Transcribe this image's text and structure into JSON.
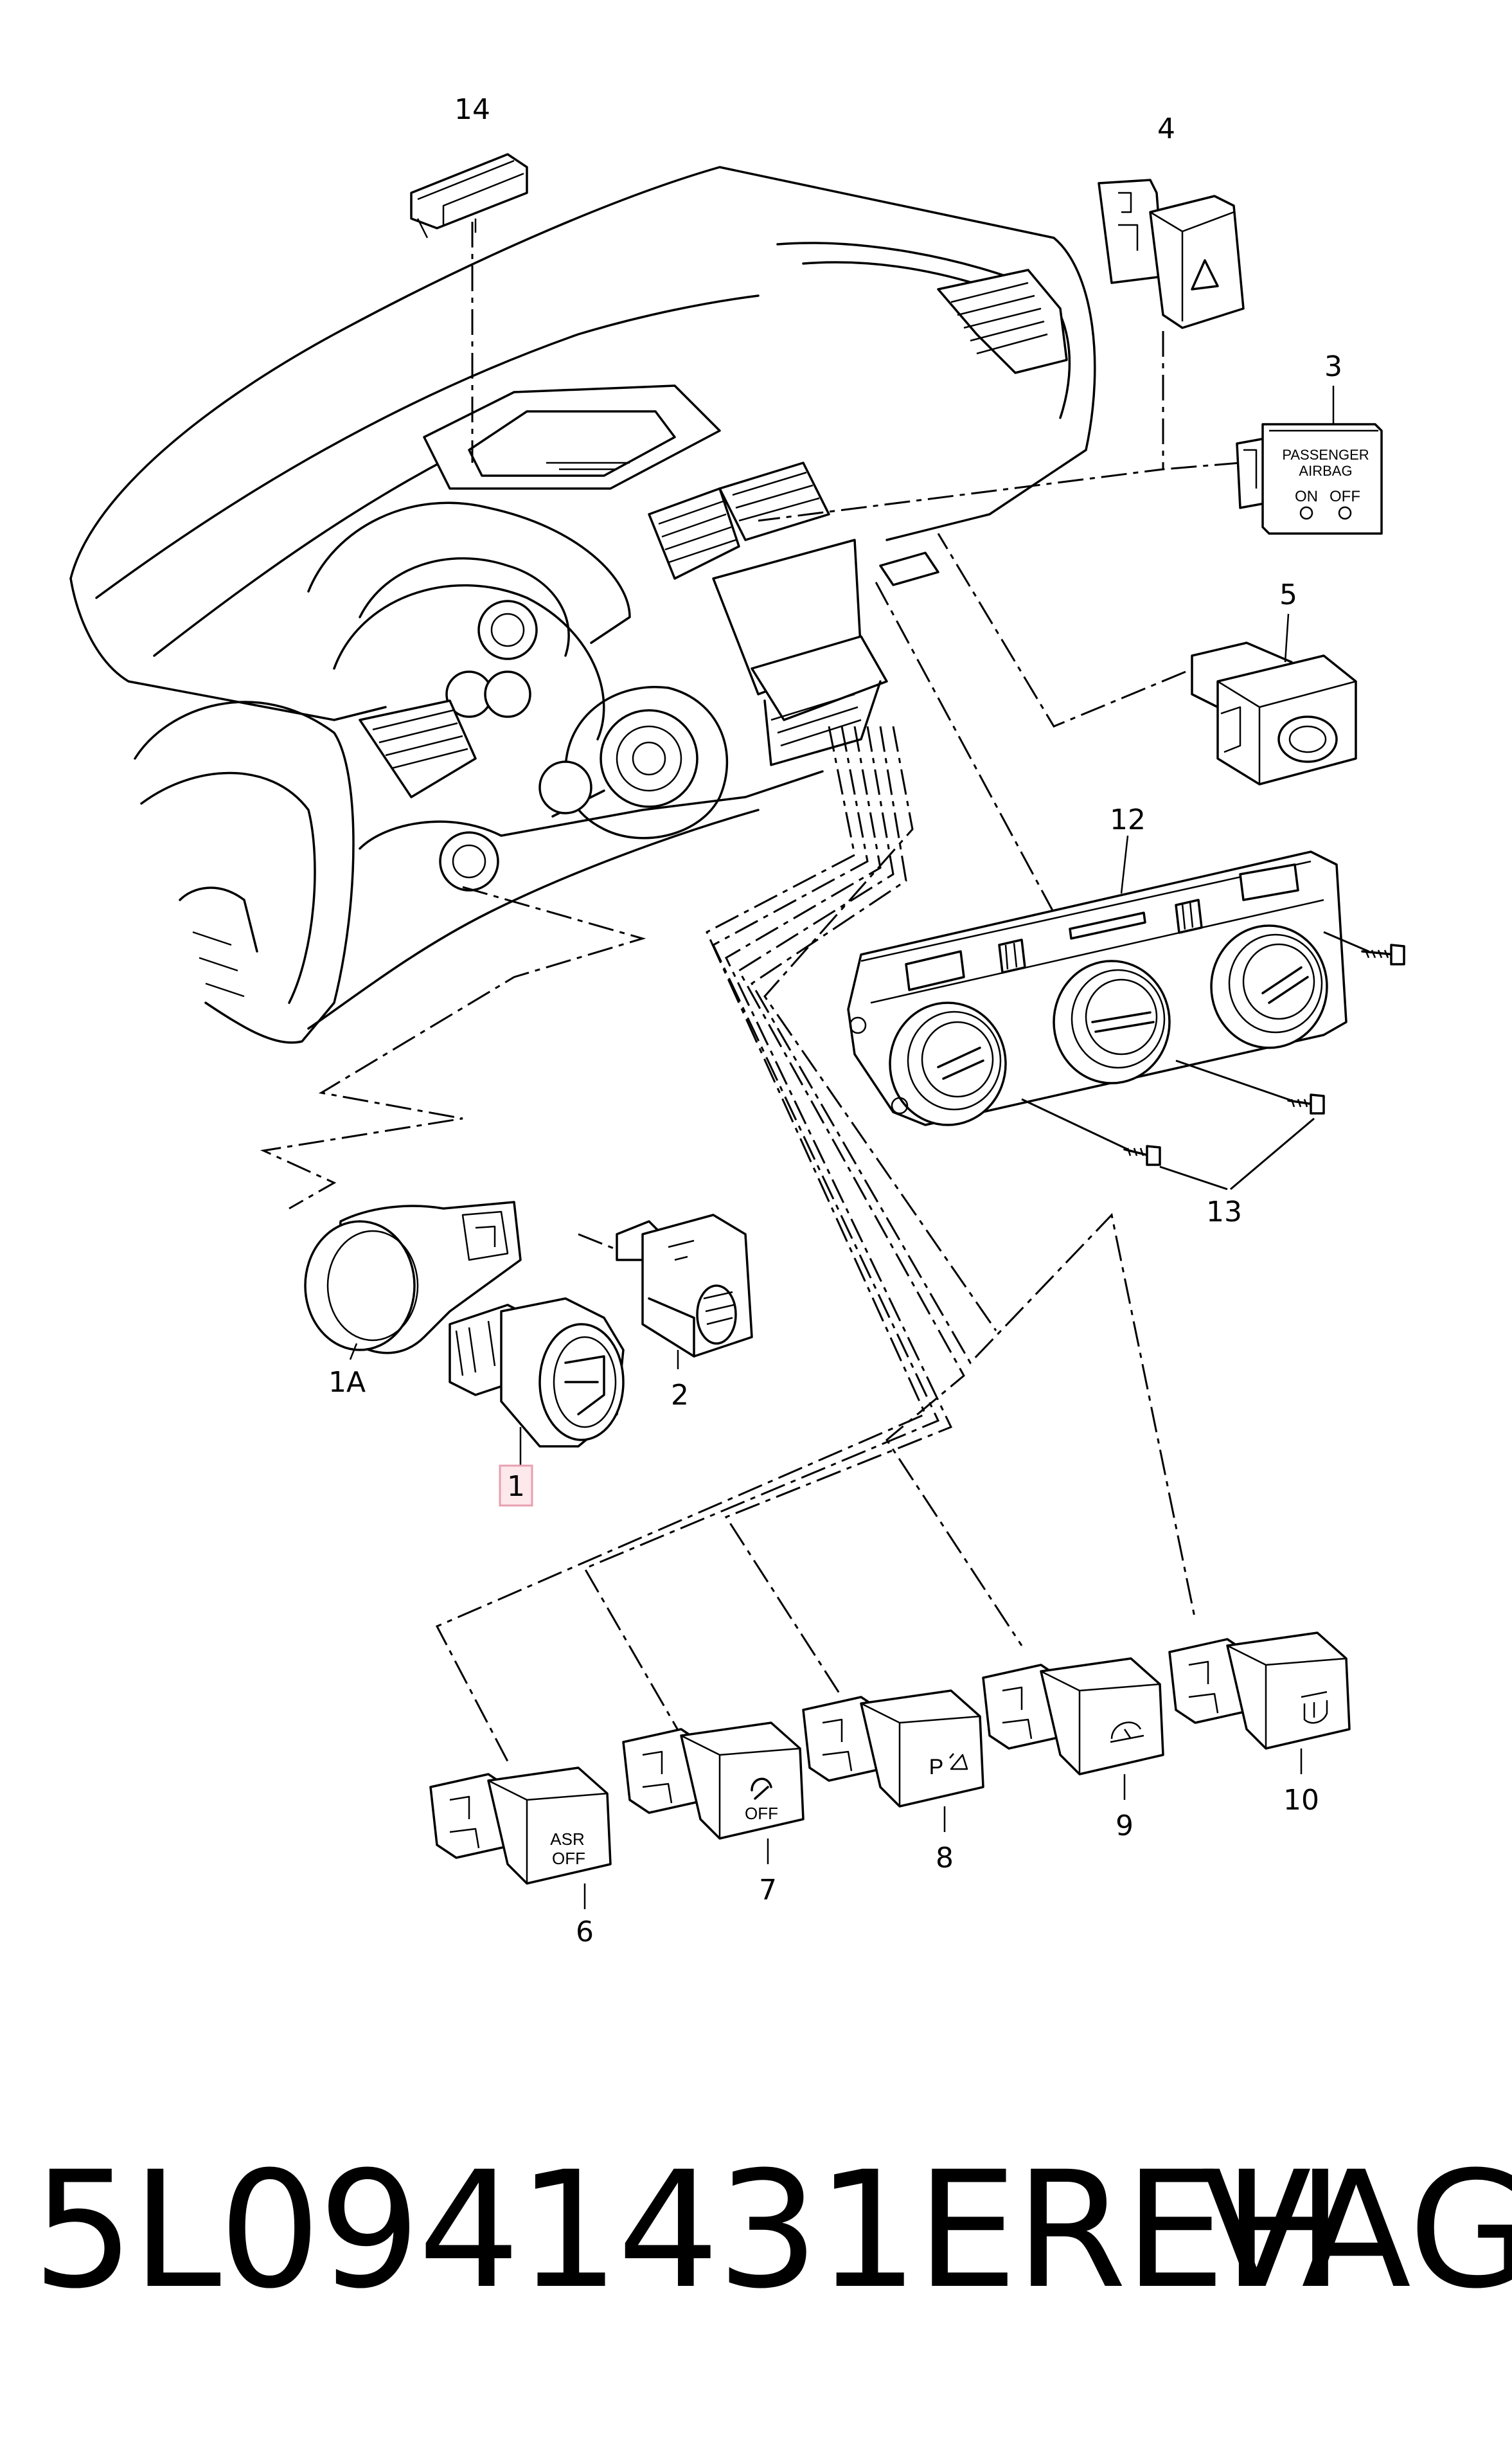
{
  "callouts": {
    "c14": "14",
    "c4": "4",
    "c3": "3",
    "c5": "5",
    "c12": "12",
    "c13": "13",
    "c1A": "1A",
    "c2": "2",
    "c1": "1",
    "c6": "6",
    "c7": "7",
    "c8": "8",
    "c9": "9",
    "c10": "10"
  },
  "switch_labels": {
    "airbag_line1": "PASSENGER",
    "airbag_line2": "AIRBAG",
    "airbag_on": "ON",
    "airbag_off": "OFF",
    "asr_line1": "ASR",
    "asr_line2": "OFF",
    "esp_off": "OFF",
    "park": "P"
  },
  "footer": {
    "part_number": "5L0941431EREH",
    "brand": "VAG"
  },
  "colors": {
    "highlight_fill": "#fde8ec",
    "highlight_stroke": "#e8a0b0"
  }
}
